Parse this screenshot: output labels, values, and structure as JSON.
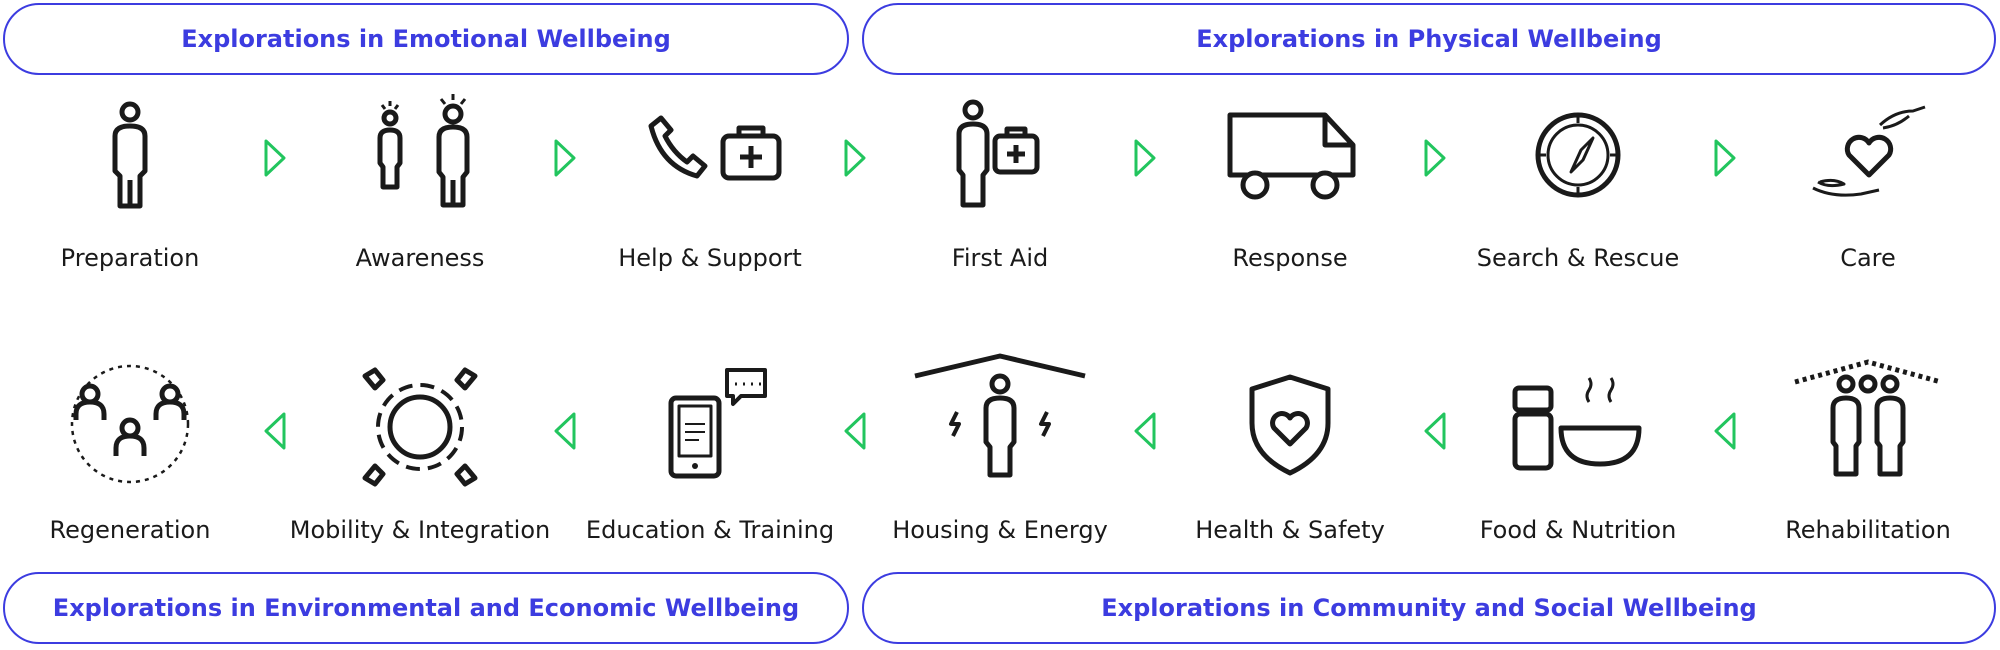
{
  "bands": {
    "emotional": "Explorations in Emotional Wellbeing",
    "physical": "Explorations in Physical Wellbeing",
    "environmental": "Explorations in Environmental and Economic Wellbeing",
    "community": "Explorations in Community and Social Wellbeing"
  },
  "top_row": [
    {
      "label": "Preparation",
      "icon": "person-icon"
    },
    {
      "label": "Awareness",
      "icon": "alert-people-icon"
    },
    {
      "label": "Help & Support",
      "icon": "phone-firstaid-icon"
    },
    {
      "label": "First Aid",
      "icon": "person-firstaid-icon"
    },
    {
      "label": "Response",
      "icon": "truck-icon"
    },
    {
      "label": "Search & Rescue",
      "icon": "compass-icon"
    },
    {
      "label": "Care",
      "icon": "hands-heart-icon"
    }
  ],
  "bottom_row": [
    {
      "label": "Regeneration",
      "icon": "community-circle-icon"
    },
    {
      "label": "Mobility & Integration",
      "icon": "gear-icon"
    },
    {
      "label": "Education & Training",
      "icon": "tablet-chat-icon"
    },
    {
      "label": "Housing & Energy",
      "icon": "house-energy-icon"
    },
    {
      "label": "Health & Safety",
      "icon": "shield-heart-icon"
    },
    {
      "label": "Food & Nutrition",
      "icon": "food-bowl-icon"
    },
    {
      "label": "Rehabilitation",
      "icon": "shelter-people-icon"
    }
  ],
  "colors": {
    "band": "#3c3ce0",
    "arrow": "#22c55e",
    "icon": "#1a1a1a"
  }
}
